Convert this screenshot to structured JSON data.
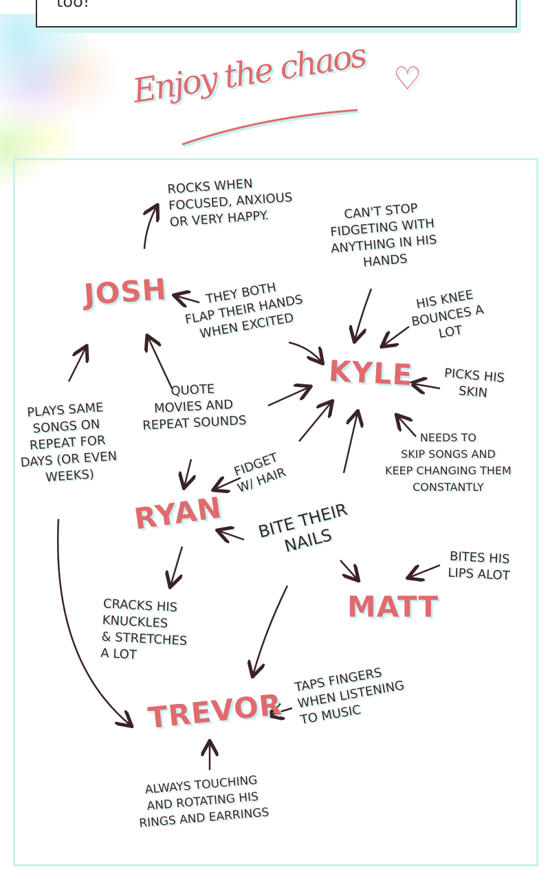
{
  "top_box": {
    "text": "too!"
  },
  "title": "Enjoy the chaos",
  "title_heart": "♡",
  "colors": {
    "accent": "#e06a6e",
    "ink": "#3a2326",
    "shadow": "#c9f0ef"
  },
  "names": {
    "josh": "JOSH",
    "kyle": "KYLE",
    "ryan": "RYAN",
    "matt": "MATT",
    "trevor": "TREVOR"
  },
  "notes": {
    "josh_rocks": "Rocks when\nfocused, anxious\nor very happy.",
    "kyle_fidget": "Can't stop\nfidgeting with\nanything in his\nhands",
    "flap_hands": "They both\nflap their hands\nwhen excited",
    "knee": "His knee\nbounces a\nlot",
    "picks_skin": "Picks his\nskin",
    "plays_songs": "Plays same\nsongs on\nrepeat for\ndays (or even\nweeks)",
    "quote_movies": "Quote\nmovies and\nrepeat sounds",
    "skip_songs": "Needs to\nskip songs and\nkeep changing them\nconstantly",
    "fidget_hair": "Fidget\nw/ hair",
    "bite_nails": "Bite their\nnails",
    "bites_lips": "Bites his\nlips alot",
    "cracks_knuckles": "Cracks his\nknuckles\n& stretches\na lot",
    "taps_fingers": "Taps fingers\nwhen listening\nto music",
    "rings": "Always touching\nand rotating his\nrings and earrings"
  }
}
